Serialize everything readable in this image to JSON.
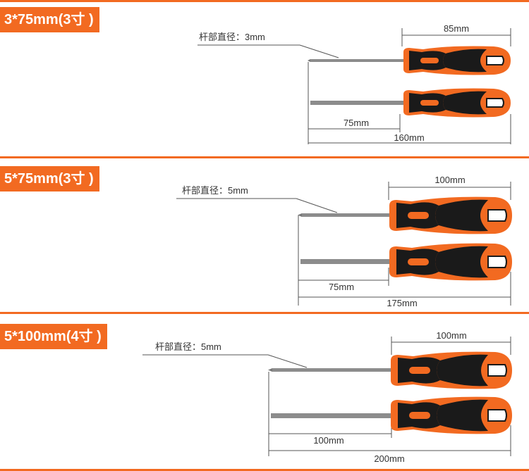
{
  "sections": [
    {
      "size_label": "3*75mm(3寸 )",
      "shaft_diameter_label": "杆部直径：3mm",
      "handle_length_label": "85mm",
      "blade_length_label": "75mm",
      "total_length_label": "160mm"
    },
    {
      "size_label": "5*75mm(3寸 )",
      "shaft_diameter_label": "杆部直径：5mm",
      "handle_length_label": "100mm",
      "blade_length_label": "75mm",
      "total_length_label": "175mm"
    },
    {
      "size_label": "5*100mm(4寸 )",
      "shaft_diameter_label": "杆部直径：5mm",
      "handle_length_label": "100mm",
      "blade_length_label": "100mm",
      "total_length_label": "200mm"
    }
  ],
  "colors": {
    "accent": "#f26a21",
    "handle_black": "#1a1a1a",
    "shaft": "#8c8c8c"
  }
}
